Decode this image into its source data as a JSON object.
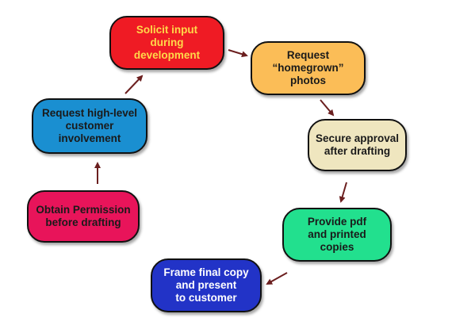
{
  "diagram": {
    "nodes": [
      {
        "id": "solicit",
        "lines": [
          "Solicit input",
          "during",
          "development"
        ],
        "fill": "#ef1b24",
        "text_color": "#ffd94a"
      },
      {
        "id": "request-photos",
        "lines": [
          "Request",
          "“homegrown”",
          "photos"
        ],
        "fill": "#fbbd57",
        "text_color": "#1a1a1a"
      },
      {
        "id": "secure",
        "lines": [
          "Secure approval",
          "after drafting"
        ],
        "fill": "#efe6bf",
        "text_color": "#1a1a1a"
      },
      {
        "id": "provide",
        "lines": [
          "Provide pdf",
          "and printed",
          "copies"
        ],
        "fill": "#22e08e",
        "text_color": "#1a1a1a"
      },
      {
        "id": "frame",
        "lines": [
          "Frame final copy",
          "and present",
          "to customer"
        ],
        "fill": "#2233c7",
        "text_color": "#ffffff"
      },
      {
        "id": "obtain",
        "lines": [
          "Obtain Permission",
          "before drafting"
        ],
        "fill": "#e8145a",
        "text_color": "#1a1a1a"
      },
      {
        "id": "involve",
        "lines": [
          "Request high-level",
          "customer",
          "involvement"
        ],
        "fill": "#1a8fd1",
        "text_color": "#1a1a1a"
      }
    ],
    "arrow_color": "#6b1f1f"
  }
}
